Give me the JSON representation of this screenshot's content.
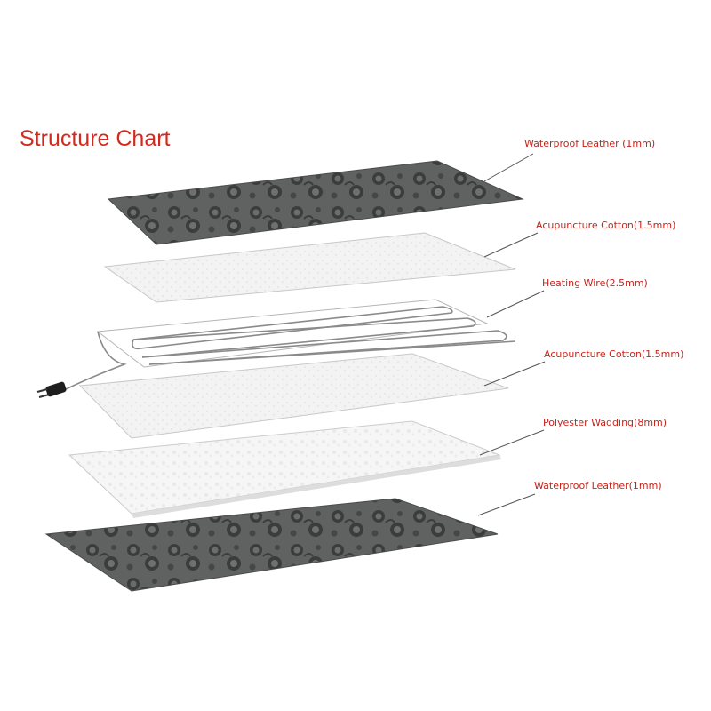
{
  "title": "Structure Chart",
  "layers": [
    {
      "label": "Waterproof Leather (1mm)",
      "material": "leather"
    },
    {
      "label": "Acupuncture Cotton(1.5mm)",
      "material": "cotton"
    },
    {
      "label": "Heating Wire(2.5mm)",
      "material": "wire"
    },
    {
      "label": "Acupuncture Cotton(1.5mm)",
      "material": "cotton"
    },
    {
      "label": "Polyester Wadding(8mm)",
      "material": "wadding"
    },
    {
      "label": "Waterproof Leather(1mm)",
      "material": "leather"
    }
  ],
  "colors": {
    "title": "#d42a1e",
    "label": "#c8231a",
    "leader_line": "#555555",
    "leather_base": "#5b5e5d",
    "leather_pattern": "#3a3c3b",
    "cotton": "#f2f2f2",
    "wire": "#8a8a8a"
  }
}
